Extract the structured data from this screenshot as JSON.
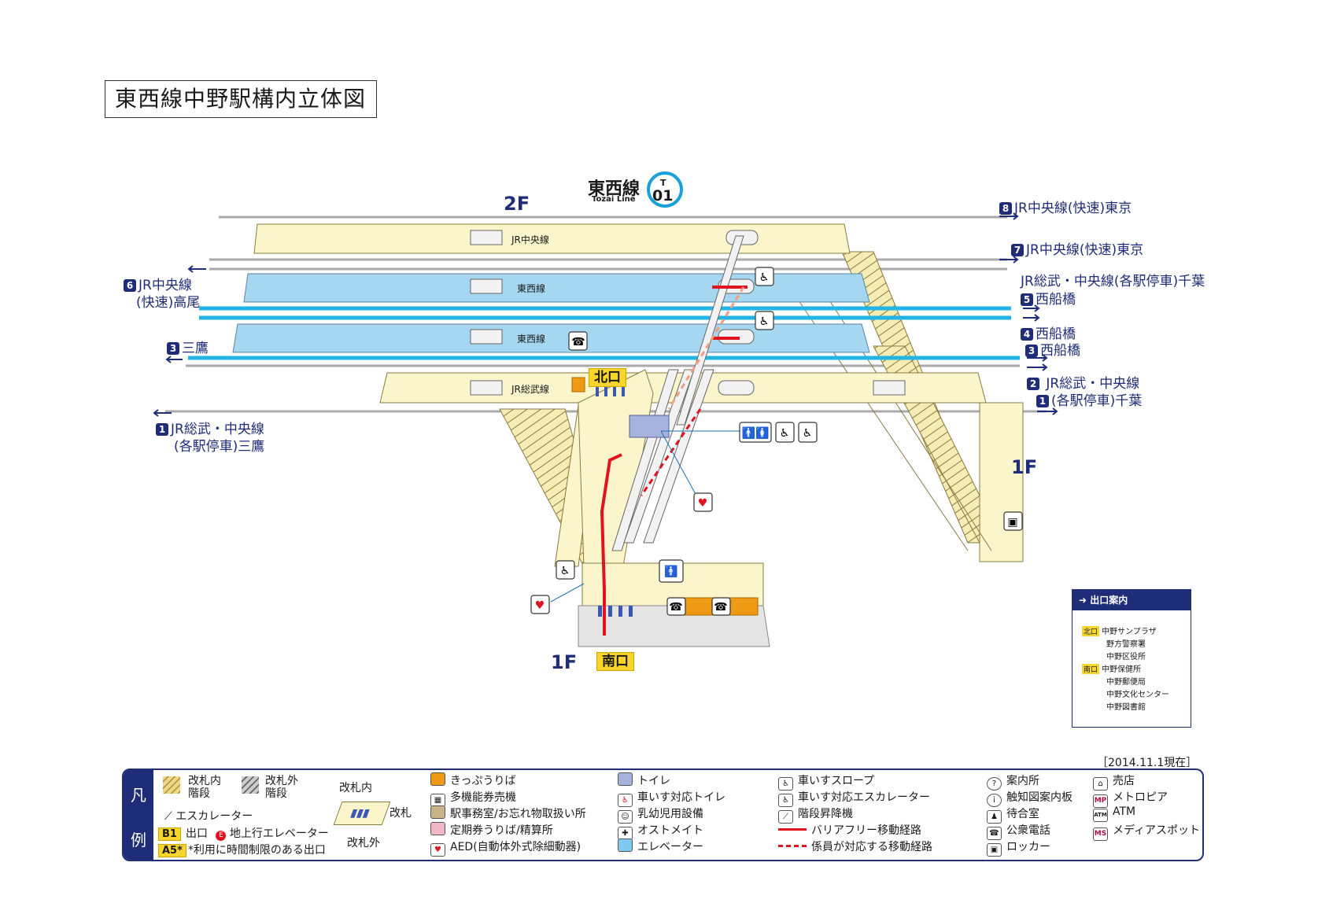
{
  "title": "東西線中野駅構内立体図",
  "station": {
    "line": "東西線",
    "line_en": "Tozai Line",
    "code_letter": "T",
    "code_num": "01",
    "color": "#1aa0d8"
  },
  "floors": {
    "upper": "2F",
    "lower_right": "1F",
    "lower_left": "1F"
  },
  "platforms": [
    "JR中央線",
    "東西線",
    "東西線",
    "JR総武線"
  ],
  "directions": {
    "d8": {
      "num": "8",
      "text": "JR中央線(快速)東京"
    },
    "d7": {
      "num": "7",
      "text": "JR中央線(快速)東京"
    },
    "d6": {
      "num": "6",
      "line1": "JR中央線",
      "line2": "(快速)高尾"
    },
    "d5": {
      "num": "5",
      "line1": "JR総武・中央線(各駅停車)千葉",
      "line2": "西船橋"
    },
    "d4": {
      "num": "4",
      "text": "西船橋"
    },
    "d3l": {
      "num": "3",
      "text": "三鷹"
    },
    "d3r": {
      "num": "3",
      "text": "西船橋"
    },
    "d2": {
      "num": "2",
      "text": "JR総武・中央線"
    },
    "d1r": {
      "num": "1",
      "text": "(各駅停車)千葉"
    },
    "d1l": {
      "num": "1",
      "line1": "JR総武・中央線",
      "line2": "(各駅停車)三鷹"
    }
  },
  "exits": {
    "north": "北口",
    "south": "南口"
  },
  "exit_guide": {
    "header": "出口案内",
    "north_tag": "北口",
    "north_items": [
      "中野サンプラザ",
      "野方警察署",
      "中野区役所"
    ],
    "south_tag": "南口",
    "south_items": [
      "中野保健所",
      "中野郵便局",
      "中野文化センター",
      "中野図書館"
    ]
  },
  "date": "［2014.11.1現在］",
  "legend": {
    "side": [
      "凡",
      "例"
    ],
    "stairs_in": [
      "改札内",
      "階段"
    ],
    "stairs_out": [
      "改札外",
      "階段"
    ],
    "escalator": "エスカレーター",
    "exit_tag": "B1",
    "exit_label": "出口",
    "elev_mark": "E",
    "elev_label": "地上行エレベーター",
    "limited_tag": "A5*",
    "limited_label": "*利用に時間制限のある出口",
    "gate_in": "改札内",
    "gate": "改札",
    "gate_out": "改札外",
    "col2": [
      "きっぷうりば",
      "多機能券売機",
      "駅事務室/お忘れ物取扱い所",
      "定期券うりば/精算所",
      "AED(自動体外式除細動器)"
    ],
    "col3": [
      "トイレ",
      "車いす対応トイレ",
      "乳幼児用設備",
      "オストメイト",
      "エレベーター"
    ],
    "col4": [
      "車いすスロープ",
      "車いす対応エスカレーター",
      "階段昇降機",
      "バリアフリー移動経路",
      "係員が対応する移動経路"
    ],
    "col5": [
      "案内所",
      "触知図案内板",
      "待合室",
      "公衆電話",
      "ロッカー"
    ],
    "col6": [
      "売店",
      "メトロピア",
      "ATM",
      "メディアスポット"
    ],
    "col6_icons": [
      "",
      "MP",
      "ATM",
      "MS"
    ]
  },
  "colors": {
    "navy": "#1f2c78",
    "platform": "#fbf5cc",
    "tozai_platform": "#a6d7f1",
    "tozai_track": "#23b4e6",
    "route": "#e0141e",
    "exit_yellow": "#f7d52b"
  }
}
